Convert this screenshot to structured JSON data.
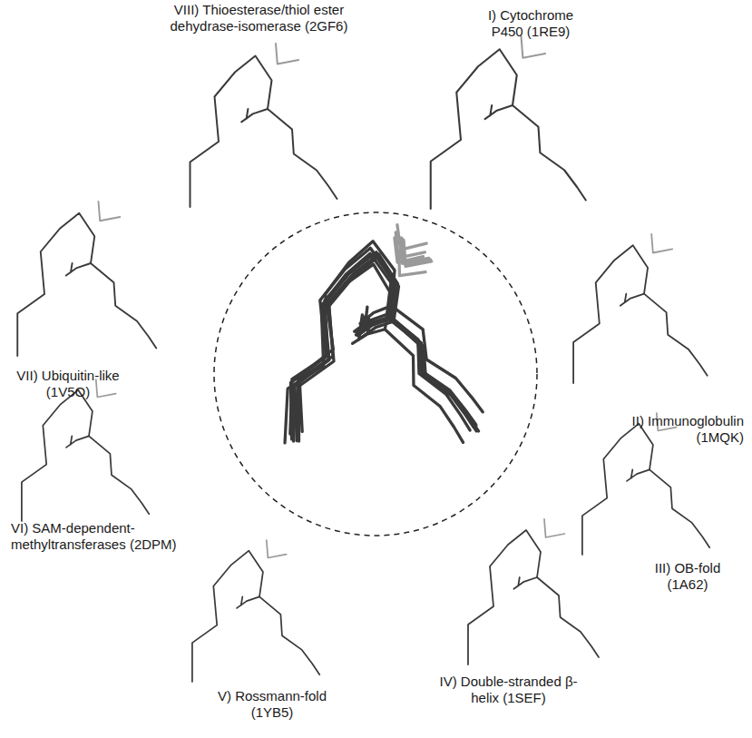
{
  "diagram": {
    "labels": [
      "VIII) Thioesterase/thiol ester dehydrase-isomerase (2GF6)",
      "I) Cytochrome P450 (1RE9)",
      "II) Immunoglobulin (1MQK)",
      "III) OB-fold (1A62)",
      "IV) Double-stranded β-helix (1SEF)",
      "V) Rossmann-fold (1YB5)",
      "VI) SAM-dependent-methyltransferases (2DPM)",
      "VII) Ubiquitin-like (1V5O)"
    ]
  }
}
